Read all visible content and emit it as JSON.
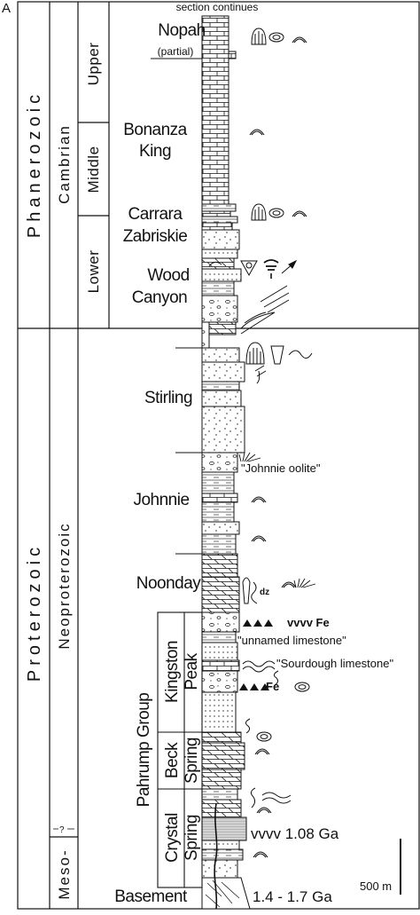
{
  "panel_label": "A",
  "section_top_note": "section continues",
  "eons": {
    "upper": "Phanerozoic",
    "lower": "Proterozoic"
  },
  "eras": {
    "cambrian": "Cambrian",
    "neoproterozoic": "Neoproterozoic",
    "meso": "Meso-",
    "meso_query": "?"
  },
  "epochs": {
    "upper": "Upper",
    "middle": "Middle",
    "lower": "Lower"
  },
  "formations": {
    "nopah": "Nopah",
    "nopah_partial": "(partial)",
    "bonanza_line1": "Bonanza",
    "bonanza_line2": "King",
    "carrara": "Carrara",
    "zabriskie": "Zabriskie",
    "wood_line1": "Wood",
    "wood_line2": "Canyon",
    "stirling": "Stirling",
    "johnnie": "Johnnie",
    "noonday": "Noonday",
    "kingston_line1": "Kingston",
    "kingston_line2": "Peak",
    "beck_line1": "Beck",
    "beck_line2": "Spring",
    "crystal_line1": "Crystal",
    "crystal_line2": "Spring",
    "pahrump_group": "Pahrump Group",
    "basement": "Basement"
  },
  "annotations": {
    "johnnie_oolite": "\"Johnnie oolite\"",
    "unnamed_limestone": "\"unnamed limestone\"",
    "sourdough_limestone": "\"Sourdough limestone\"",
    "fe_upper": "vvvv Fe",
    "fe_lower": "Fe",
    "dz": "dz",
    "age_108": "vvvv 1.08 Ga",
    "age_basement": "1.4 - 1.7 Ga",
    "scale_bar": "500 m"
  },
  "colors": {
    "ink": "#111111",
    "paper": "#ffffff",
    "crystal_band": "#cfcfcf"
  }
}
